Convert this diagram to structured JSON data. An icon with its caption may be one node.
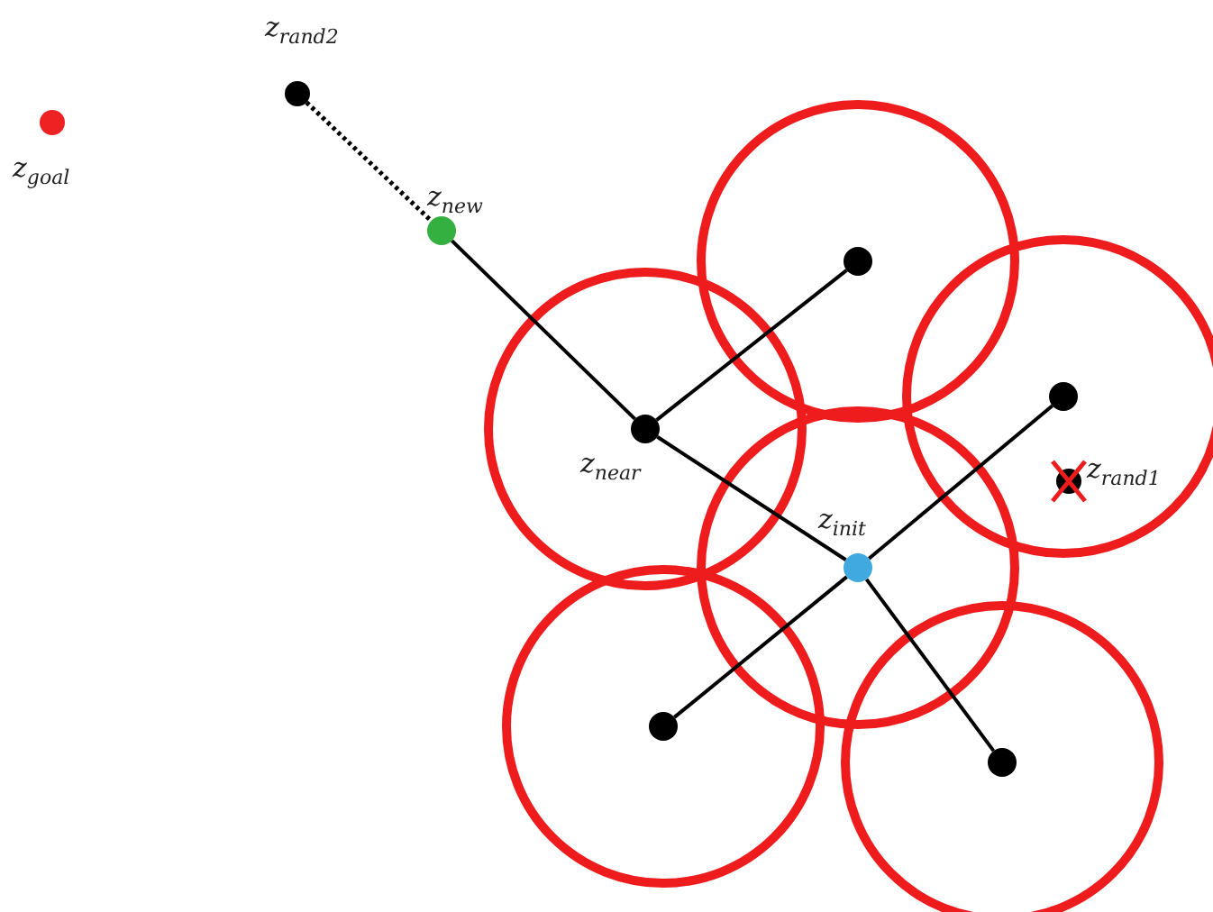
{
  "diagram": {
    "nodes": [
      {
        "text": [],
        "shape": "circle",
        "beside": [
          "z$_{goal}$"
        ]
      },
      {
        "text": [],
        "shape": "circle",
        "beside": [
          "z$_{rand2}$"
        ]
      },
      {
        "text": [],
        "shape": "circle",
        "beside": [
          "z$_{new}$"
        ]
      },
      {
        "text": [],
        "shape": "circle",
        "beside": [
          "z$_{near}$"
        ]
      },
      {
        "text": [],
        "shape": "circle"
      },
      {
        "text": [],
        "shape": "circle"
      },
      {
        "text": [],
        "shape": "circle",
        "beside": [
          "z$_{rand1}$"
        ]
      },
      {
        "text": [],
        "shape": "circle",
        "beside": [
          "z$_{init}$"
        ]
      },
      {
        "text": [],
        "shape": "circle"
      },
      {
        "text": [],
        "shape": "circle"
      }
    ],
    "edges": [
      {
        "from": 1,
        "to": 2,
        "arrow": "none",
        "style": "dashed"
      },
      {
        "from": 2,
        "to": 3,
        "arrow": "none"
      },
      {
        "from": 3,
        "to": 4,
        "arrow": "none"
      },
      {
        "from": 3,
        "to": 7,
        "arrow": "none"
      },
      {
        "from": 7,
        "to": 5,
        "arrow": "none"
      },
      {
        "from": 7,
        "to": 8,
        "arrow": "none"
      },
      {
        "from": 7,
        "to": 9,
        "arrow": "none"
      }
    ]
  }
}
